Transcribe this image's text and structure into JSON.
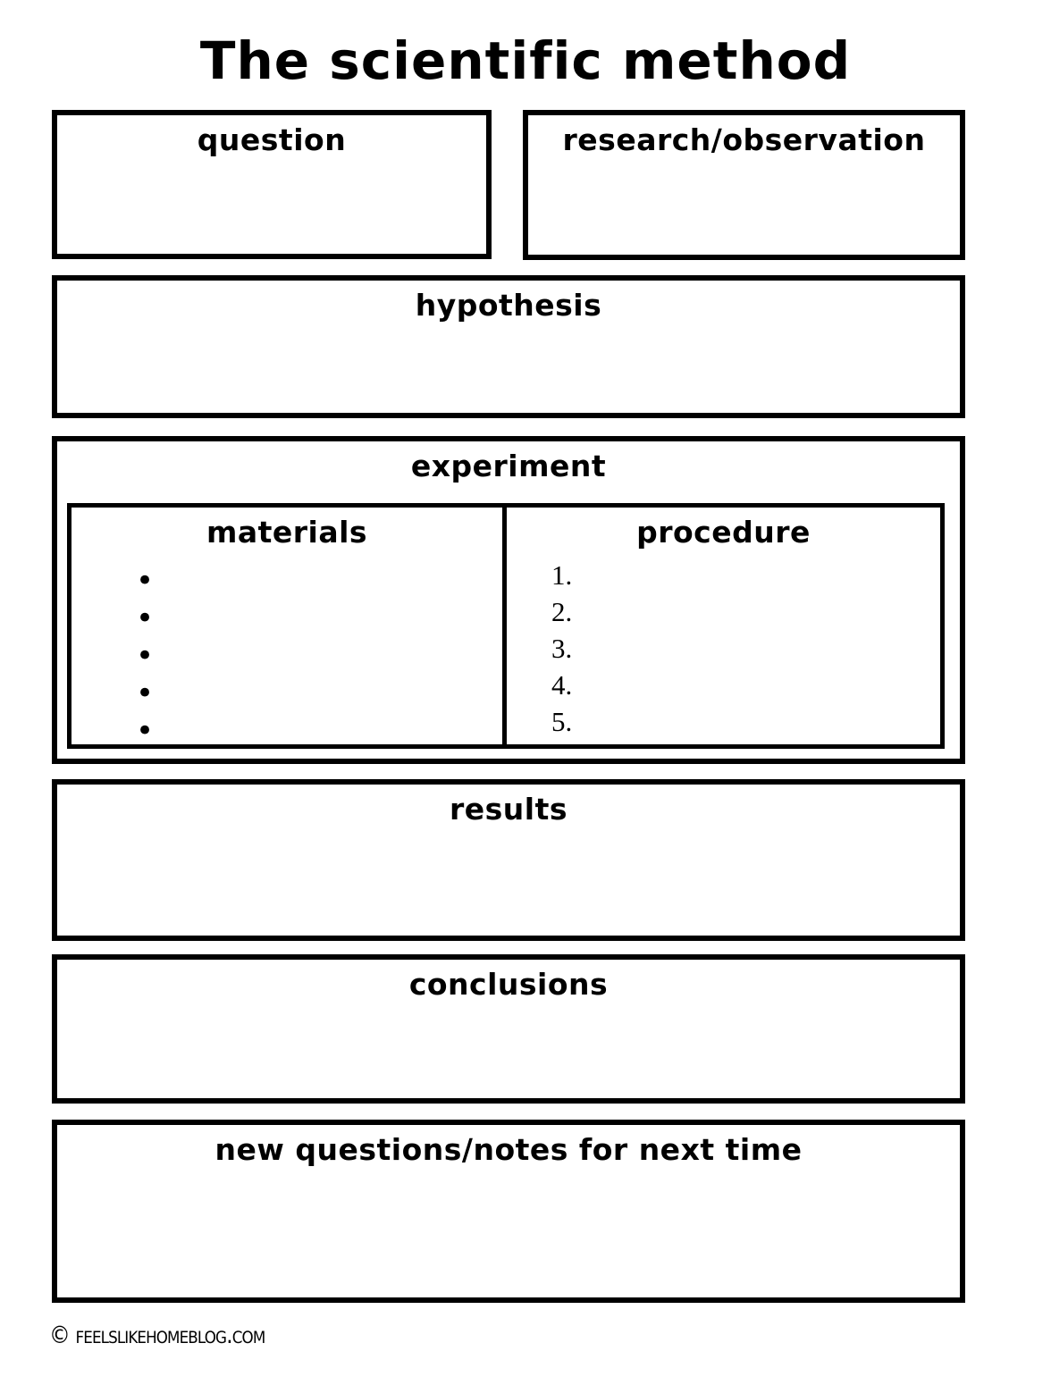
{
  "title": "The scientific method",
  "boxes": {
    "question": {
      "label": "question"
    },
    "research_observation": {
      "label": "research/observation"
    },
    "hypothesis": {
      "label": "hypothesis"
    },
    "experiment": {
      "label": "experiment",
      "materials": {
        "label": "materials",
        "bullets": [
          "•",
          "•",
          "•",
          "•",
          "•"
        ]
      },
      "procedure": {
        "label": "procedure",
        "items": [
          "1.",
          "2.",
          "3.",
          "4.",
          "5."
        ]
      }
    },
    "results": {
      "label": "results"
    },
    "conclusions": {
      "label": "conclusions"
    },
    "new_questions": {
      "label": "new questions/notes for next time"
    }
  },
  "footer": {
    "credit": "© feelslikehomeblog.com"
  },
  "colors": {
    "border": "#000000",
    "background": "#ffffff",
    "text": "#000000"
  }
}
